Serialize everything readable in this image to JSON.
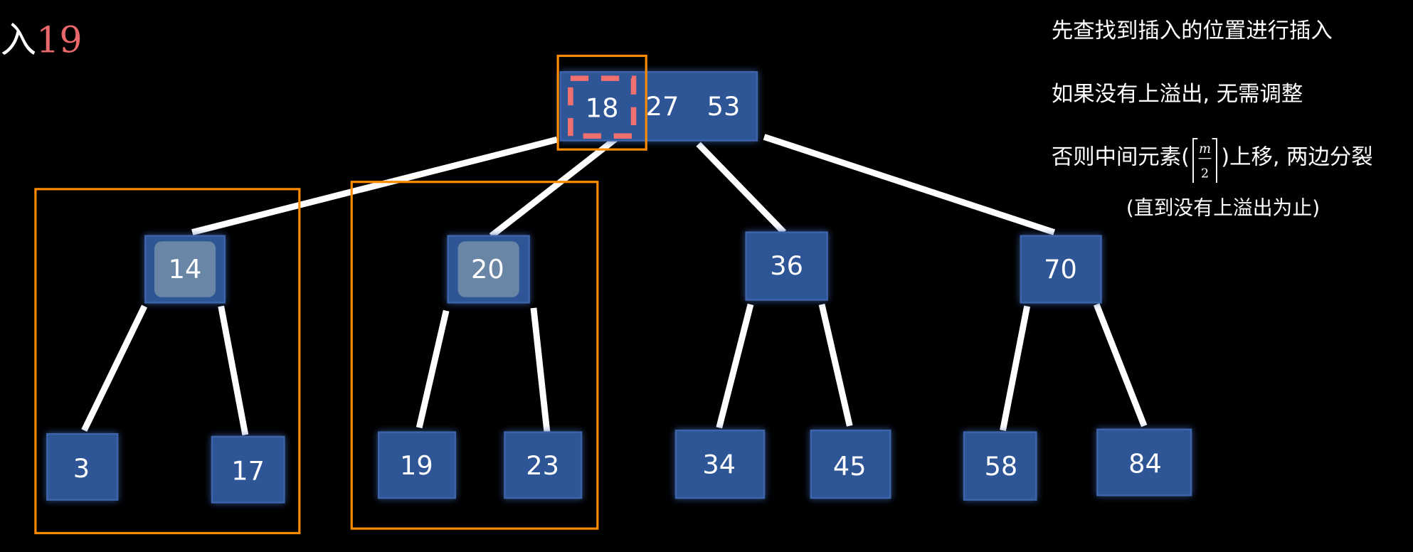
{
  "title": {
    "prefix": "入",
    "value": "19",
    "value_color": "#e8686b"
  },
  "root": {
    "keys": [
      "18",
      "27",
      "53"
    ]
  },
  "level1": [
    "14",
    "20",
    "36",
    "70"
  ],
  "leaves": [
    "3",
    "17",
    "19",
    "23",
    "34",
    "45",
    "58",
    "84"
  ],
  "notes": {
    "line1": "先查找到插入的位置进行插入",
    "line2": "如果没有上溢出, 无需调整",
    "line3_a": "否则中间元素(",
    "line3_m": "m",
    "line3_2": "2",
    "line3_b": ")上移, 两边分裂",
    "line4": "(直到没有上溢出为止)"
  },
  "colors": {
    "node": "#2f5496",
    "highlight_box": "#ff8c00",
    "dashed": "#f07070"
  }
}
